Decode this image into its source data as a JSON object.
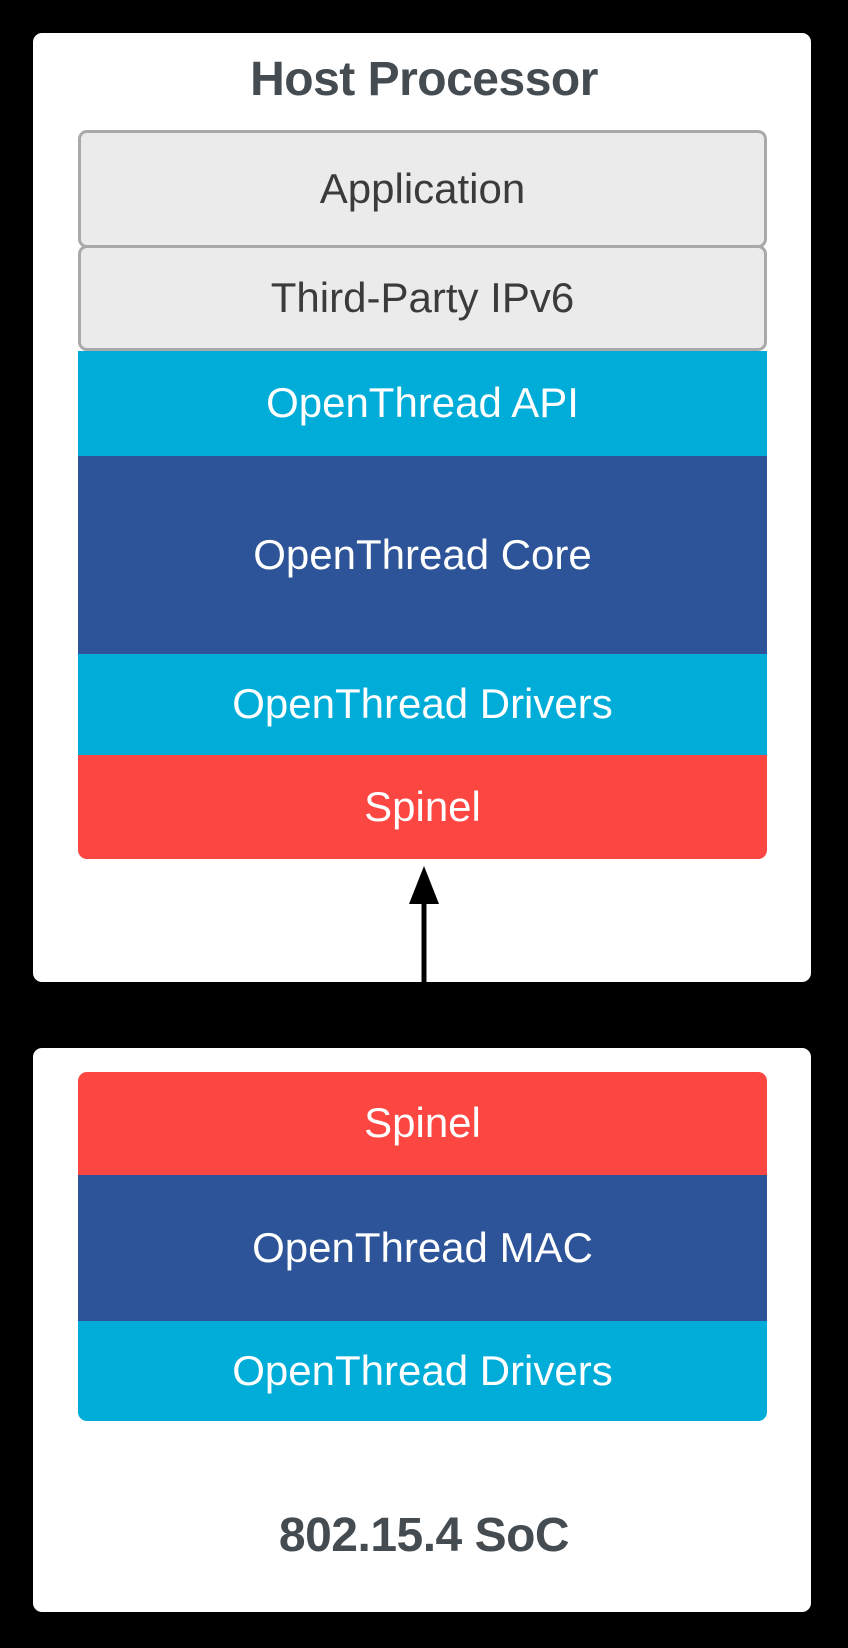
{
  "diagram": {
    "type": "block-diagram",
    "background_color": "#000000",
    "panel_color": "#FFFFFF",
    "title_color": "#444B51",
    "palette": {
      "openthread_cyan": "#00ADD8",
      "openthread_navy": "#2D5498",
      "spinel_red": "#FC4641",
      "external_gray_fill": "#EBEBEB",
      "external_gray_border": "#A9A9A9",
      "arrow": "#000000"
    },
    "panels": [
      {
        "id": "host-processor",
        "caption": "Host Processor",
        "caption_position": "top",
        "layers": [
          {
            "label": "Application",
            "kind": "external",
            "color": "#EBEBEB"
          },
          {
            "label": "Third-Party IPv6",
            "kind": "external",
            "color": "#EBEBEB"
          },
          {
            "label": "OpenThread API",
            "kind": "openthread",
            "color": "#00ADD8"
          },
          {
            "label": "OpenThread Core",
            "kind": "openthread",
            "color": "#2D5498"
          },
          {
            "label": "OpenThread Drivers",
            "kind": "openthread",
            "color": "#00ADD8"
          },
          {
            "label": "Spinel",
            "kind": "interface",
            "color": "#FC4641"
          }
        ]
      },
      {
        "id": "802-15-4-soc",
        "caption": "802.15.4 SoC",
        "caption_position": "bottom",
        "layers": [
          {
            "label": "Spinel",
            "kind": "interface",
            "color": "#FC4641"
          },
          {
            "label": "OpenThread MAC",
            "kind": "openthread",
            "color": "#2D5498"
          },
          {
            "label": "OpenThread Drivers",
            "kind": "openthread",
            "color": "#00ADD8"
          }
        ]
      }
    ],
    "connector": {
      "name": "spinel-link",
      "style": "double-headed-vertical-arrow",
      "from": "Spinel (Host Processor)",
      "to": "Spinel (802.15.4 SoC)",
      "label": ""
    }
  }
}
